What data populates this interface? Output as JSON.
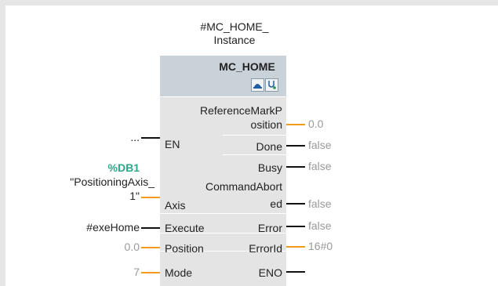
{
  "instance": {
    "line1": "#MC_HOME_",
    "line2": "Instance"
  },
  "block": {
    "title": "MC_HOME",
    "icons": [
      "device-config-icon",
      "diagnostics-icon"
    ]
  },
  "inputs": {
    "en": {
      "label": "EN",
      "value": "..."
    },
    "axis": {
      "label": "Axis",
      "value_tag": "%DB1",
      "value_line1": "\"PositioningAxis_",
      "value_line2": "1\""
    },
    "execute": {
      "label": "Execute",
      "value": "#exeHome"
    },
    "position": {
      "label": "Position",
      "value": "0.0"
    },
    "mode": {
      "label": "Mode",
      "value": "7"
    }
  },
  "outputs": {
    "reference_mark": {
      "label_line1": "ReferenceMarkP",
      "label_line2": "osition",
      "value": "0.0"
    },
    "done": {
      "label": "Done",
      "value": "false"
    },
    "busy": {
      "label": "Busy",
      "value": "false"
    },
    "command_aborted": {
      "label_line1": "CommandAbort",
      "label_line2": "ed",
      "value": "false"
    },
    "error": {
      "label": "Error",
      "value": "false"
    },
    "error_id": {
      "label": "ErrorId",
      "value": "16#0"
    },
    "eno": {
      "label": "ENO"
    }
  },
  "colors": {
    "header": "#c9d1d9",
    "body": "#e4e4e4",
    "value_accent": "#29a98b",
    "wire_orange": "#f29c1b"
  }
}
